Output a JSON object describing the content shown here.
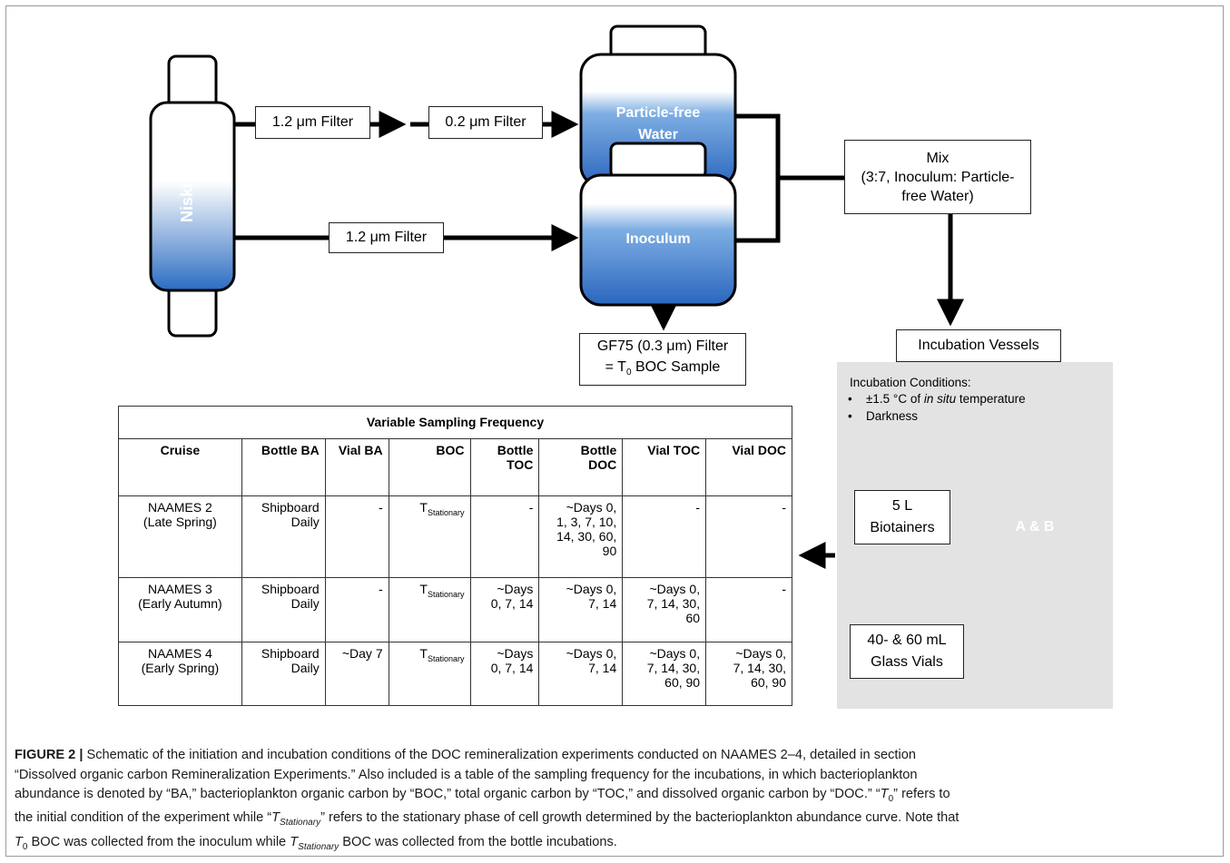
{
  "diagram": {
    "niskin_label": "Niskin",
    "filter_1": "1.2 μm Filter",
    "filter_2": "0.2 μm Filter",
    "filter_3": "1.2 μm Filter",
    "particle_free_line1": "Particle-free",
    "particle_free_line2": "Water",
    "inoculum": "Inoculum",
    "mix_title": "Mix",
    "mix_line2": "(3:7, Inoculum: Particle-",
    "mix_line3": "free Water)",
    "gf75_line1": "GF75 (0.3 μm) Filter",
    "gf75_line2_prefix": "= T",
    "gf75_line2_sub": "0",
    "gf75_line2_suffix": " BOC Sample",
    "incubation_vessels": "Incubation Vessels",
    "conditions_title": "Incubation Conditions:",
    "condition_1_prefix": "±1.5  °C of ",
    "condition_1_italic": "in situ",
    "condition_1_suffix": " temperature",
    "condition_2": "Darkness",
    "biotainer_line1": "5 L",
    "biotainer_line2": "Biotainers",
    "biotainer_label": "A & B",
    "vials_line1": "40- & 60 mL",
    "vials_line2": "Glass Vials"
  },
  "table": {
    "title": "Variable Sampling Frequency",
    "headers": [
      "Cruise",
      "Bottle BA",
      "Vial BA",
      "BOC",
      "Bottle\nTOC",
      "Bottle\nDOC",
      "Vial TOC",
      "Vial DOC"
    ],
    "rows": [
      [
        "NAAMES 2\n(Late Spring)",
        "Shipboard\nDaily",
        "-",
        "T",
        "-",
        "~Days 0,\n1, 3, 7, 10,\n14, 30, 60,\n90",
        "-",
        "-"
      ],
      [
        "NAAMES 3\n(Early Autumn)",
        "Shipboard\nDaily",
        "-",
        "T",
        "~Days\n0, 7, 14",
        "~Days 0,\n7, 14",
        "~Days 0,\n7, 14, 30,\n60",
        "-"
      ],
      [
        "NAAMES 4\n(Early Spring)",
        "Shipboard\nDaily",
        "~Day 7",
        "T",
        "~Days\n0, 7, 14",
        "~Days 0,\n7, 14",
        "~Days 0,\n7, 14, 30,\n60, 90",
        "~Days 0,\n7, 14, 30,\n60, 90"
      ]
    ],
    "boc_subscript": "Stationary"
  },
  "caption": {
    "label": "FIGURE 2 |",
    "line1": " Schematic of the initiation and incubation conditions of the DOC remineralization experiments conducted on NAAMES 2–4, detailed in section",
    "line2": "“Dissolved organic carbon Remineralization Experiments.” Also included is a table of the sampling frequency for the incubations, in which bacterioplankton",
    "line3": "abundance is denoted by “BA,” bacterioplankton organic carbon by “BOC,” total organic carbon by “TOC,” and dissolved organic carbon by “DOC.” “",
    "t0_italic": "T",
    "t0_sub": "0",
    "line3_end": "” refers to",
    "line4_a": "the initial condition of the experiment while “",
    "tstat_italic": "T",
    "tstat_sub": "Stationary",
    "line4_b": "” refers to the stationary phase of cell growth determined by the bacterioplankton abundance curve. Note that",
    "line5_t_italic": "T",
    "line5_t_sub": "0",
    "line5_a": " BOC was collected from the inoculum while ",
    "line5_t2_italic": "T",
    "line5_t2_sub": "Stationary",
    "line5_b": " BOC was collected from the bottle incubations."
  },
  "colors": {
    "vessel_top": "#ffffff",
    "vessel_bottom": "#2f6fc4",
    "panel": "#e3e3e3"
  }
}
